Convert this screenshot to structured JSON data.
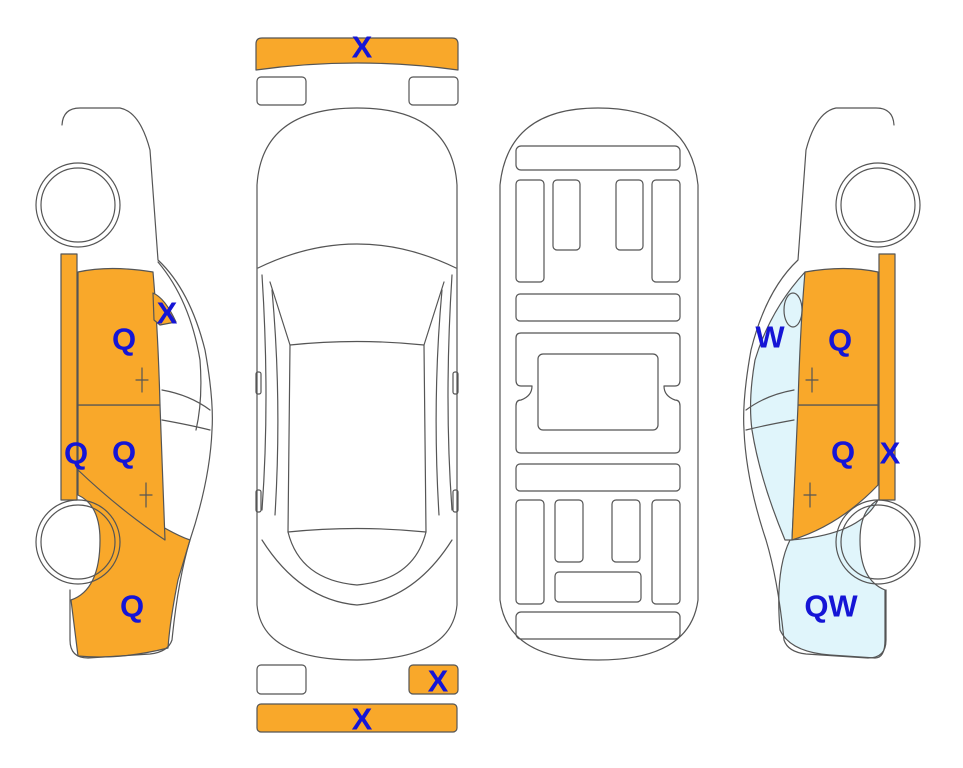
{
  "colors": {
    "damage": "#F9A82A",
    "repair": "#E0F5FB",
    "outline": "#555555",
    "label": "#1515D6",
    "background": "#FFFFFF"
  },
  "marks": {
    "front_bumper": "X",
    "rear_corner": "X",
    "rear_bumper": "X",
    "left_front_door_window": "X",
    "left_front_door": "Q",
    "left_rear_door": "Q",
    "left_rocker": "Q",
    "left_rear_quarter": "Q",
    "right_pillar_glass": "W",
    "right_front_door": "Q",
    "right_rear_door": "Q",
    "right_rocker": "X",
    "right_rear_quarter": "QW"
  }
}
